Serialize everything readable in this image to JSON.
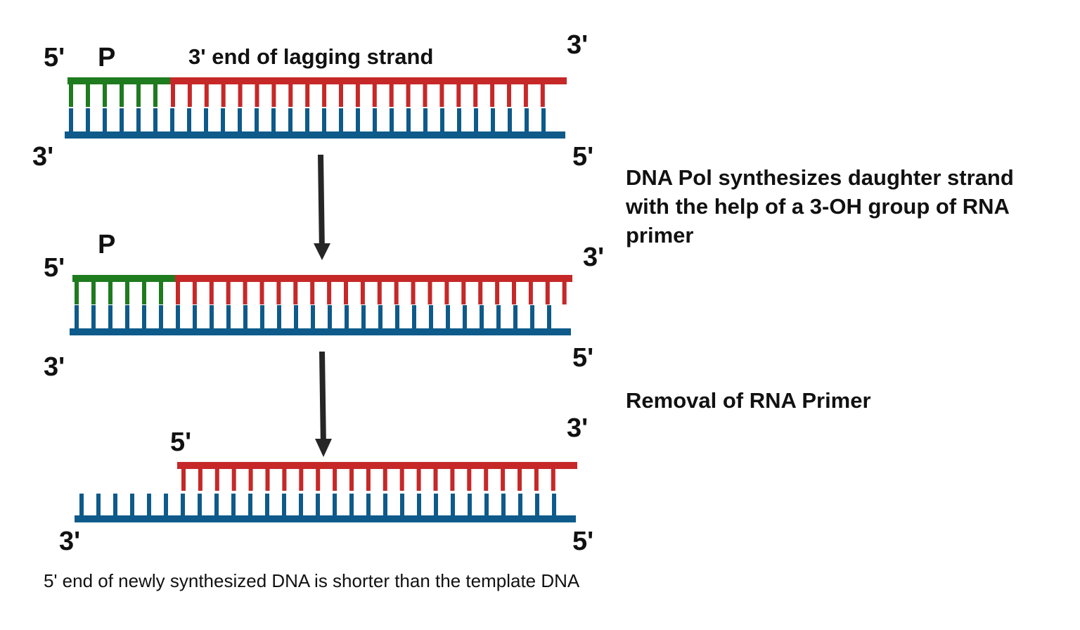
{
  "colors": {
    "primer": "#1e7b1e",
    "daughter": "#c62828",
    "template": "#0e5a8a",
    "arrow": "#262626",
    "text": "#111111"
  },
  "step1": {
    "primer_end_label": "5'",
    "primer_label": "P",
    "lagging_label": "3' end of lagging strand",
    "top_right_label": "3'",
    "template_left_label": "3'",
    "template_right_label": "5'"
  },
  "step2": {
    "primer_end_label": "5'",
    "primer_label": "P",
    "top_right_label": "3'",
    "template_left_label": "3'",
    "template_right_label": "5'"
  },
  "step3": {
    "daughter_left_label": "5'",
    "top_right_label": "3'",
    "template_left_label": "3'",
    "template_right_label": "5'"
  },
  "captions": {
    "synthesis": [
      "DNA Pol synthesizes daughter strand",
      "with the help of a 3-OH group of RNA",
      "primer"
    ],
    "removal": "Removal of RNA Primer"
  },
  "footnote": "5' end of newly synthesized DNA is shorter than the template DNA"
}
